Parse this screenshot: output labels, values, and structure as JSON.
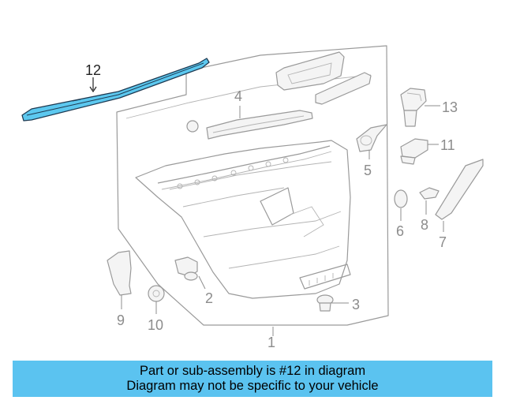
{
  "callouts": {
    "c1": "1",
    "c2": "2",
    "c3": "3",
    "c4": "4",
    "c5": "5",
    "c6": "6",
    "c7": "7",
    "c8": "8",
    "c9": "9",
    "c10": "10",
    "c11": "11",
    "c12": "12",
    "c13": "13"
  },
  "highlight_color": "#5cc8ef",
  "banner": {
    "line1": "Part or sub-assembly is #12 in diagram",
    "line2": "Diagram may not be specific to your vehicle",
    "color": "#5bc3f0"
  }
}
